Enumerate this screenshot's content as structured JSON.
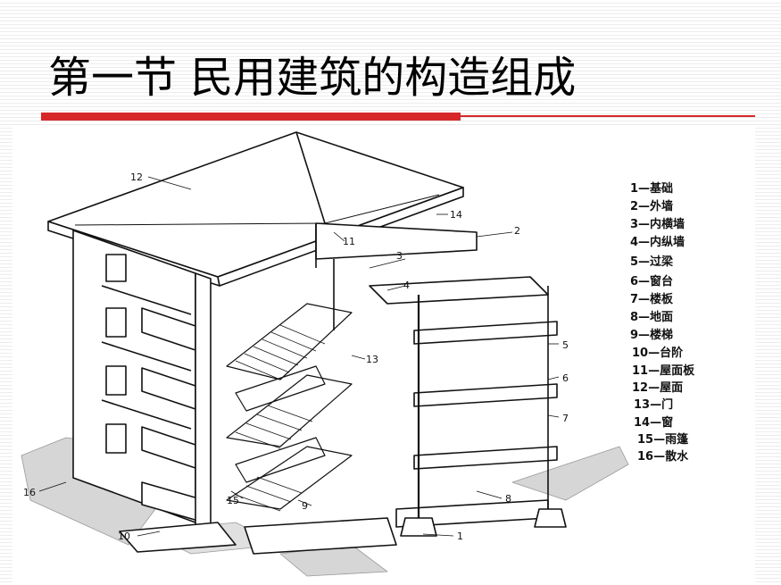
{
  "slide": {
    "title": "第一节  民用建筑的构造组成"
  },
  "legend": [
    "1—基础",
    "2—外墙",
    "3—内横墙",
    "4—内纵墙",
    "5—过梁",
    "6—窗台",
    "7—楼板",
    "8—地面",
    "9—楼梯",
    "10—台阶",
    "11—屋面板",
    "12—屋面",
    "13—门",
    "14—窗",
    "15—雨篷",
    "16—散水"
  ],
  "callouts": [
    "1",
    "2",
    "3",
    "4",
    "5",
    "6",
    "7",
    "8",
    "9",
    "10",
    "11",
    "12",
    "13",
    "14",
    "15",
    "16"
  ]
}
